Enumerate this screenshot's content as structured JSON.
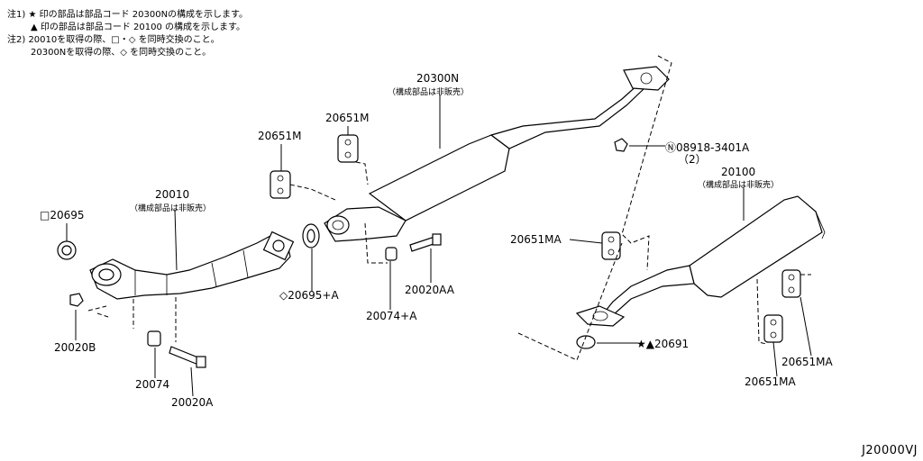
{
  "notes": [
    "注1) ★ 印の部品は部品コード 20300Nの構成を示します。",
    "▲ 印の部品は部品コード 20100 の構成を示します。",
    "注2) 20010を取得の際、□・◇ を同時交換のこと。",
    "20300Nを取得の際、◇ を同時交換のこと。"
  ],
  "labels": {
    "p20300N": "20300N",
    "p20300N_sub": "（構成部品は非販売）",
    "p20651M_a": "20651M",
    "p20651M_b": "20651M",
    "p08918": "Ⓝ08918-3401A",
    "p08918_qty": "（2）",
    "p20100": "20100",
    "p20100_sub": "（構成部品は非販売）",
    "p20010": "20010",
    "p20010_sub": "（構成部品は非販売）",
    "p20695": "□20695",
    "p20695A": "◇20695+A",
    "p20074A": "20074+A",
    "p20020AA": "20020AA",
    "p20651MA_a": "20651MA",
    "p20651MA_b": "20651MA",
    "p20651MA_c": "20651MA",
    "p20691": "★▲20691",
    "p20020B": "20020B",
    "p20074": "20074",
    "p20020A": "20020A"
  },
  "diagram_code": "J20000VJ"
}
